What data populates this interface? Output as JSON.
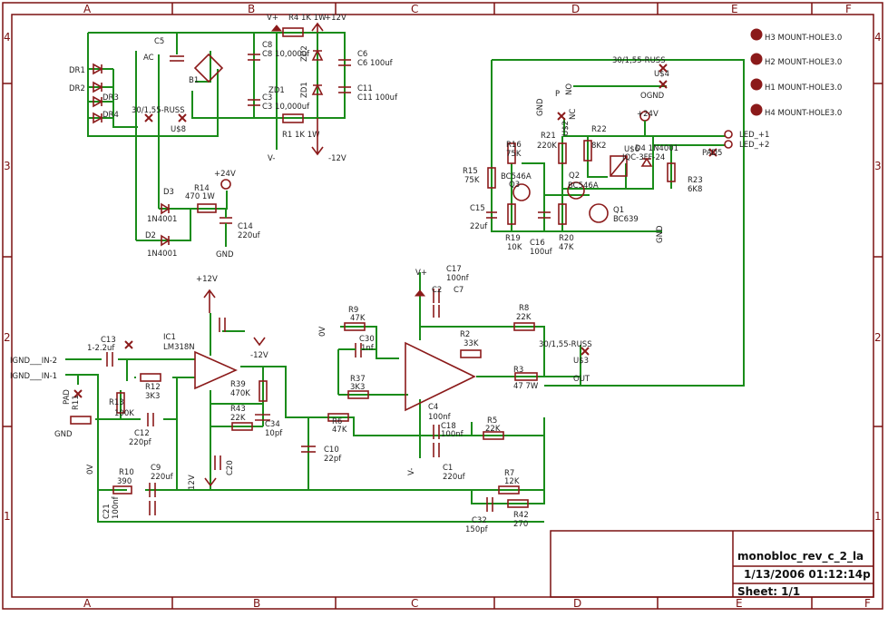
{
  "grid": {
    "columns": [
      "A",
      "B",
      "C",
      "D",
      "E",
      "F"
    ],
    "rows": [
      "4",
      "3",
      "2",
      "1"
    ]
  },
  "title_block": {
    "drawing_name": "monobloc_rev_c_2_la",
    "date": "1/13/2006 01:12:14p",
    "sheet": "Sheet: 1/1"
  },
  "mount_holes": [
    "H3 MOUNT-HOLE3.0",
    "H2 MOUNT-HOLE3.0",
    "H1 MOUNT-HOLE3.0",
    "H4 MOUNT-HOLE3.0"
  ],
  "power_section": {
    "labels": [
      "DR1",
      "DR2",
      "DR3",
      "DR4",
      "AC",
      "B1",
      "C5",
      "C8",
      "C3",
      "C6",
      "C11",
      "ZD2",
      "ZD1",
      "R4",
      "R1",
      "GND",
      "U$8",
      "30/1,55-RUSS"
    ],
    "values": {
      "r4": "R4 1K 1W",
      "r1": "R1 1K 1W",
      "c8": "C8 10,000uf",
      "c3": "C3 10,000uf",
      "c6": "C6 100uf",
      "c11": "C11 100uf",
      "plus_v": "V+",
      "plus12": "+12V",
      "minus_v": "V-",
      "minus12": "-12V"
    }
  },
  "supply24": {
    "d3": "D3",
    "d3_val": "1N4001",
    "d2": "D2",
    "d2_val": "1N4001",
    "r14": "R14",
    "r14_val": "470 1W",
    "c14": "C14",
    "c14_val": "220uf",
    "v24": "+24V",
    "gnd": "GND"
  },
  "relay_section": {
    "conn": "30/1,55-RUSS",
    "u4": "U$4",
    "ogn": "OGND",
    "gnd": "GND",
    "no": "NO",
    "nc": "NC",
    "p": "P",
    "u2": "U$2",
    "r22": "R22",
    "r22_val": "8K2",
    "r21": "R21",
    "r21_val": "220K",
    "r16": "R16",
    "r16_val": "75K",
    "r15": "R15",
    "r15_val": "75K",
    "q3": "Q3",
    "q3_val": "BC546A",
    "q2": "Q2",
    "q2_val": "BC546A",
    "q1": "Q1",
    "q1_val": "BC639",
    "c15": "C15",
    "c15_val": "22uf",
    "r19": "R19",
    "r19_val": "10K",
    "c16": "C16",
    "c16_val": "100uf",
    "r20": "R20",
    "r20_val": "47K",
    "u6": "U$6",
    "d4": "D4 1N4001",
    "relay": "JQC-3FF-24",
    "r23": "R23",
    "r23_val": "6K8",
    "pad5": "PAD5",
    "led1": "LED_+1",
    "led2": "LED_+2",
    "v24": "+24V"
  },
  "input_stage": {
    "in2": "IGND___IN-2",
    "in1": "IGND___IN-1",
    "pad": "PAD",
    "r11": "R11",
    "gnd": "GND",
    "c13": "C13",
    "c13_val": "1-2.2uf",
    "r13": "R13",
    "r13_val": "100K",
    "r12": "R12",
    "r12_val": "3K3",
    "c12": "C12",
    "c12_val": "220pf",
    "ic1": "IC1",
    "ic1_val": "LM318N",
    "plus12": "+12V",
    "minus12": "-12V",
    "r39": "R39",
    "r39_val": "470K",
    "r43": "R43",
    "r43_val": "22K",
    "c34": "C34",
    "c34_val": "10pf",
    "c20": "C20",
    "r10": "R10",
    "r10_val": "390",
    "c9": "C9",
    "c9_val": "220uf",
    "c21": "C21",
    "c21_val": "100nf",
    "zerov": "0V",
    "twelvev": "12V"
  },
  "output_stage": {
    "vplus": "V+",
    "c17": "C17",
    "c17_val": "100nf",
    "c2": "C2",
    "c7": "C7",
    "r9": "R9",
    "r9_val": "47K",
    "c30": "C30",
    "c30_val": "1nf",
    "r37": "R37",
    "r37_val": "3K3",
    "r6": "R6",
    "r6_val": "47K",
    "c10": "C10",
    "c10_val": "22pf",
    "r2": "R2",
    "r2_val": "33K",
    "r8": "R8",
    "r8_val": "22K",
    "r3": "R3",
    "r3_val": "47 7W",
    "c4": "C4",
    "c4_val": "100nf",
    "c18": "C18",
    "c18_val": "100nf",
    "r5": "R5",
    "r5_val": "22K",
    "c1": "C1",
    "c1_val": "220uf",
    "r7": "R7",
    "r7_val": "12K",
    "c32": "C32",
    "c32_val": "150pf",
    "r42": "R42",
    "r42_val": "270",
    "conn": "30/1,55-RUSS",
    "u3": "U$3",
    "out": "OUT",
    "vminus": "V-",
    "zerov": "0V"
  }
}
